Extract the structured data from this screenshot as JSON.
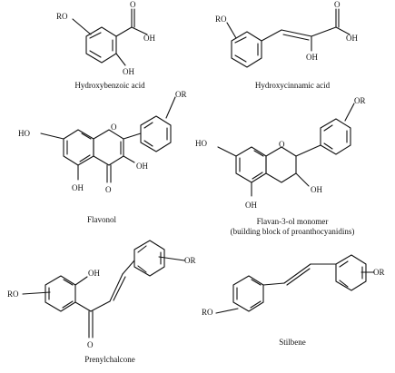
{
  "figure": {
    "compounds": [
      {
        "caption": "Hydroxybenzoic acid",
        "labels": [
          "RO",
          "O",
          "OH",
          "OH"
        ]
      },
      {
        "caption": "Hydroxycinnamic acid",
        "labels": [
          "RO",
          "O",
          "OH",
          "OH"
        ]
      },
      {
        "caption": "Flavonol",
        "labels": [
          "OR",
          "HO",
          "O",
          "OH",
          "OH",
          "O"
        ]
      },
      {
        "caption": "Flavan-3-ol monomer",
        "caption2": "(building block of proanthocyanidins)",
        "labels": [
          "OR",
          "HO",
          "O",
          "OH",
          "OH"
        ]
      },
      {
        "caption": "Prenylchalcone",
        "labels": [
          "OH",
          "RO",
          "O",
          "OR"
        ]
      },
      {
        "caption": "Stilbene",
        "labels": [
          "OR",
          "RO"
        ]
      }
    ]
  }
}
